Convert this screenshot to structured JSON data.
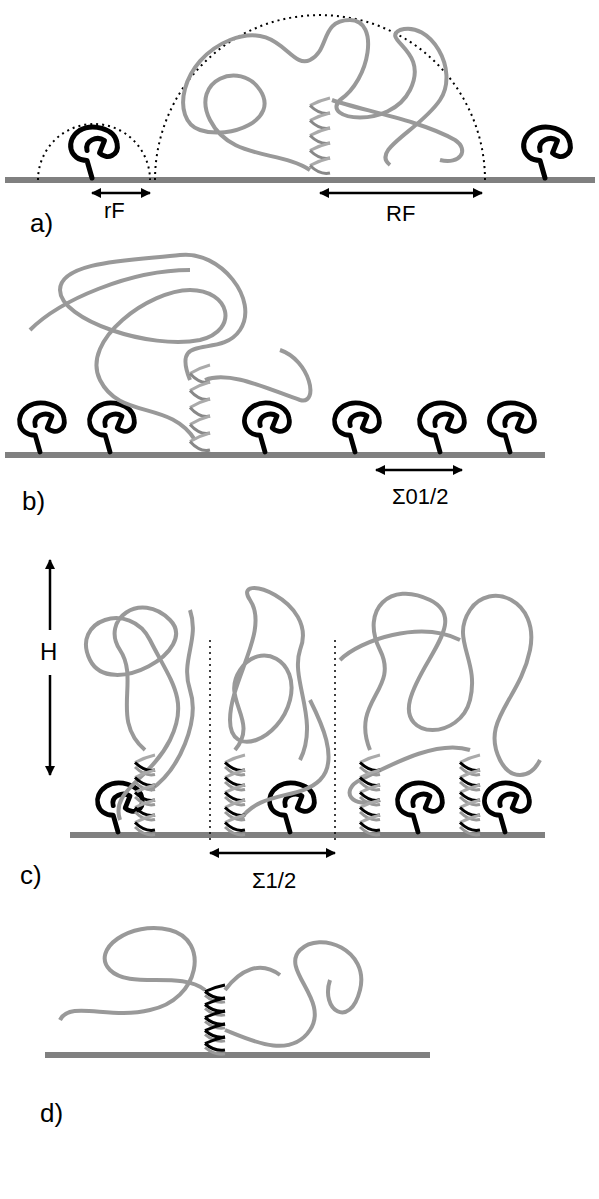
{
  "diagram": {
    "labels": [
      "rF",
      "RF",
      "a)",
      "b)",
      "Σ01/2",
      "H",
      "c)",
      "Σ1/2",
      "d)"
    ]
  }
}
